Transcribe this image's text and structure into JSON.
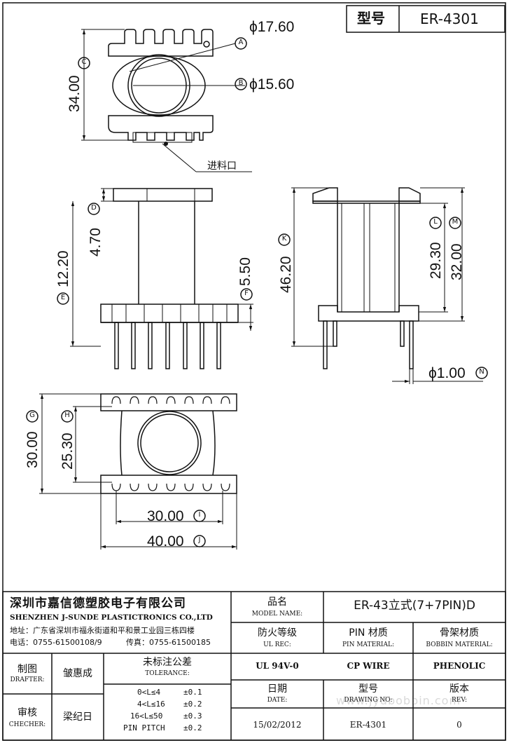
{
  "model_box": {
    "label": "型号",
    "value": "ER-4301"
  },
  "dimensions": {
    "d_A": "ϕ17.60",
    "d_A_marker": "A",
    "d_B": "ϕ15.60",
    "d_B_marker": "B",
    "d_C": "34.00",
    "d_C_marker": "C",
    "feed": "进料口",
    "d_D": "4.70",
    "d_D_marker": "D",
    "d_E": "12.20",
    "d_E_marker": "E",
    "d_F": "5.50",
    "d_F_marker": "F",
    "d_K": "46.20",
    "d_K_marker": "K",
    "d_L": "29.30",
    "d_L_marker": "L",
    "d_M": "32.00",
    "d_M_marker": "M",
    "d_N": "ϕ1.00",
    "d_N_marker": "N",
    "d_G": "30.00",
    "d_G_marker": "G",
    "d_H": "25.30",
    "d_H_marker": "H",
    "d_I": "30.00",
    "d_I_marker": "I",
    "d_J": "40.00",
    "d_J_marker": "J"
  },
  "title_block": {
    "company_cn": "深圳市嘉信德塑胶电子有限公司",
    "company_en": "SHENZHEN J-SUNDE PLASTICTRONICS CO.,LTD",
    "address": "地址：广东省深圳市福永街道和平和景工业园三栋四楼",
    "phone": "电话：0755-61500108/9",
    "fax": "传真：0755-61500185",
    "model_name_cn": "品名",
    "model_name_en": "MODEL NAME:",
    "model_name_value": "ER-43立式(7+7PIN)D",
    "ul_cn": "防火等级",
    "ul_en": "UL REC:",
    "pin_cn": "PIN 材质",
    "pin_en": "PIN MATERIAL:",
    "bobbin_cn": "骨架材质",
    "bobbin_en": "BOBBIN MATERIAL:",
    "ul_value": "UL 94V-0",
    "pin_value": "CP WIRE",
    "bobbin_value": "PHENOLIC",
    "drafter_cn": "制图",
    "drafter_en": "DRAFTER:",
    "drafter_name": "皱惠成",
    "checker_cn": "审核",
    "checker_en": "CHECHER:",
    "checker_name": "梁纪日",
    "tolerance_cn": "未标注公差",
    "tolerance_en": "TOLERANCE:",
    "tolerances": [
      {
        "range": "0<L≤4",
        "value": "±0.1"
      },
      {
        "range": "4<L≤16",
        "value": "±0.2"
      },
      {
        "range": "16<L≤50",
        "value": "±0.3"
      },
      {
        "range": "PIN PITCH",
        "value": "±0.2"
      }
    ],
    "date_cn": "日期",
    "date_en": "DATE:",
    "date_value": "15/02/2012",
    "drawing_cn": "型号",
    "drawing_en": "DRAWING NO:",
    "drawing_value": "ER-4301",
    "rev_cn": "版本",
    "rev_en": "REV:",
    "rev_value": "0",
    "watermark": "www.jydbobbin.com"
  }
}
